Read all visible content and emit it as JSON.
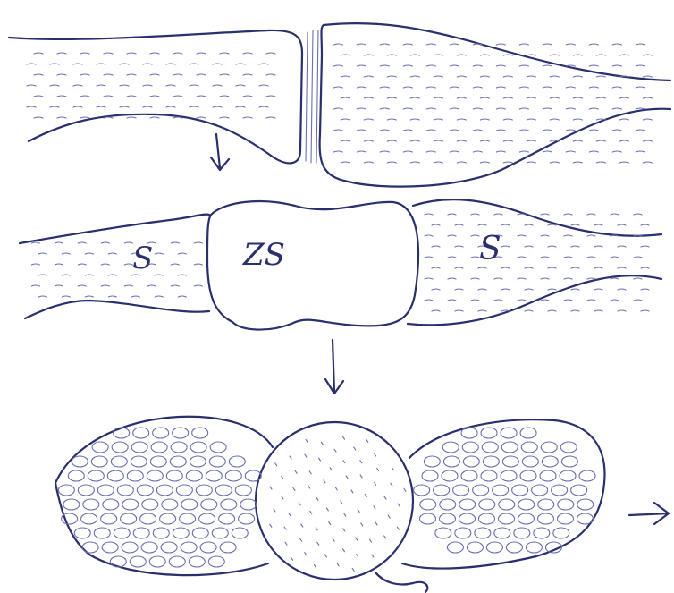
{
  "diagram": {
    "labels": {
      "left_cell": "S",
      "zygospore": "ZS",
      "right_cell": "S"
    },
    "arrows": [
      "down-arrow",
      "down-arrow",
      "right-arrow"
    ],
    "colors": {
      "ink": "#2a2f6e",
      "hatch": "#6a6fb0",
      "background": "#ffffff"
    }
  }
}
